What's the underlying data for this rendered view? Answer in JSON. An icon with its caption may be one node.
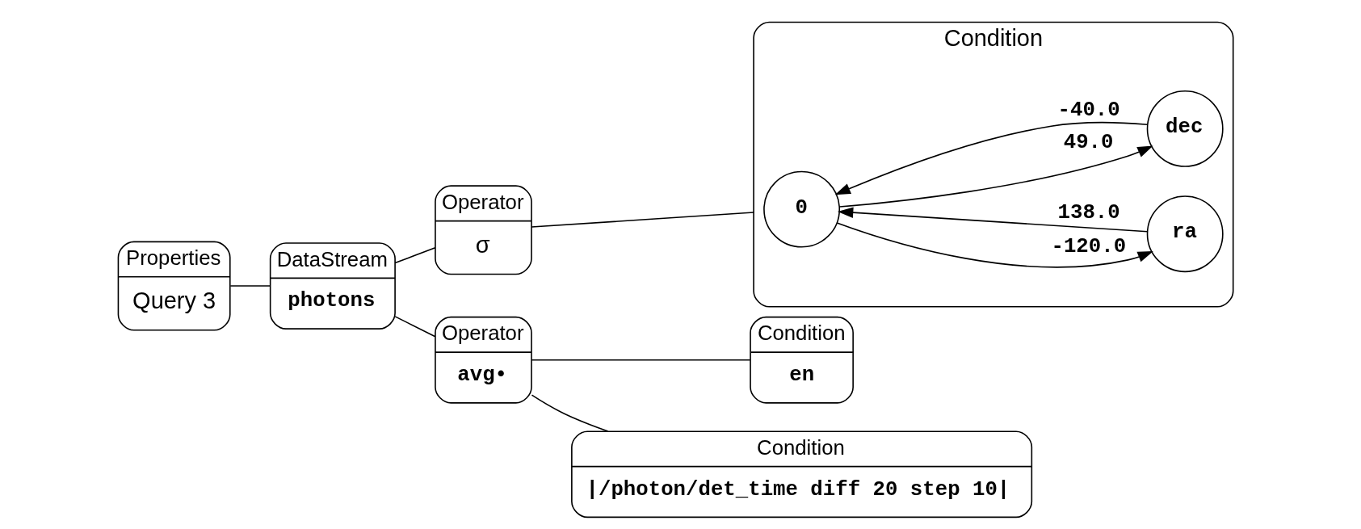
{
  "diagram": {
    "nodes": [
      {
        "text": [
          "Properties",
          "Query 3"
        ]
      },
      {
        "text": [
          "DataStream",
          "photons"
        ]
      },
      {
        "text": [
          "Operator",
          "σ"
        ]
      },
      {
        "text": [
          "Operator",
          "avg•"
        ]
      },
      {
        "text": [
          "Condition"
        ]
      },
      {
        "text": [
          "0"
        ],
        "in": 4
      },
      {
        "text": [
          "ra"
        ],
        "in": 4
      },
      {
        "text": [
          "dec"
        ],
        "in": 4
      },
      {
        "text": [
          "Condition",
          "en"
        ]
      },
      {
        "text": [
          "Condition",
          "|/photon/det_time diff 20 step 10|"
        ]
      }
    ],
    "edges": [
      {
        "from": 0,
        "to": 1,
        "arrow": "none"
      },
      {
        "from": 1,
        "to": 2,
        "arrow": "none"
      },
      {
        "from": 1,
        "to": 3,
        "arrow": "none"
      },
      {
        "from": 2,
        "to": 4,
        "arrow": "none"
      },
      {
        "from": 6,
        "to": 5,
        "arrow": "to",
        "label": "138.0"
      },
      {
        "from": 5,
        "to": 6,
        "arrow": "to",
        "label": "-120.0"
      },
      {
        "from": 7,
        "to": 5,
        "arrow": "to",
        "label": "-40.0"
      },
      {
        "from": 5,
        "to": 7,
        "arrow": "to",
        "label": "49.0"
      },
      {
        "from": 3,
        "to": 8,
        "arrow": "none"
      },
      {
        "from": 3,
        "to": 9,
        "arrow": "none"
      }
    ]
  }
}
